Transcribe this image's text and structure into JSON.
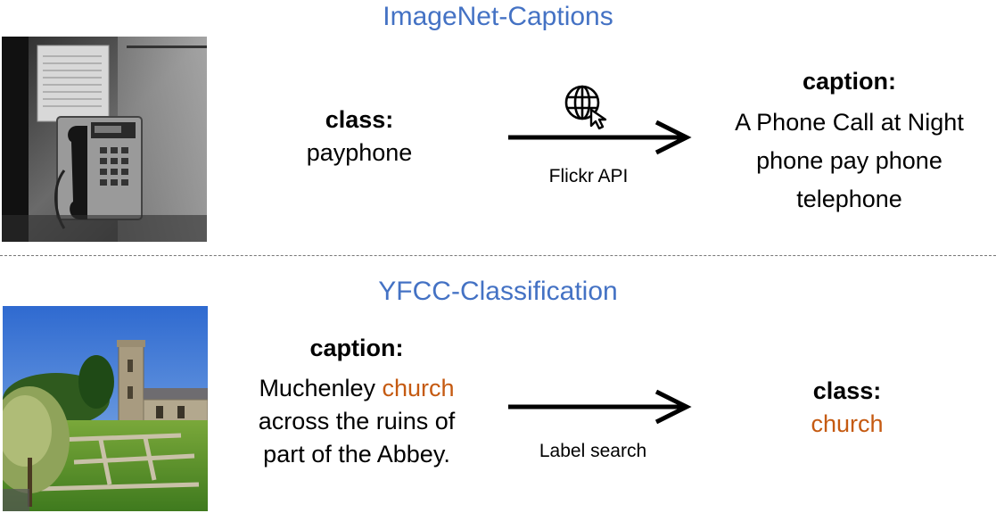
{
  "top": {
    "title": "ImageNet-Captions",
    "input_heading": "class:",
    "input_value": "payphone",
    "arrow_label": "Flickr API",
    "arrow_icon": "globe-cursor-icon",
    "output_heading": "caption:",
    "output_lines": [
      "A Phone Call at Night",
      "phone pay phone",
      "telephone"
    ]
  },
  "bottom": {
    "title": "YFCC-Classification",
    "input_heading": "caption:",
    "input_line1_prefix": "Muchenley ",
    "input_line1_highlight": "church",
    "input_line2": "across the ruins of",
    "input_line3": "part of the Abbey.",
    "arrow_label": "Label search",
    "output_heading": "class:",
    "output_value": "church"
  },
  "colors": {
    "title": "#4472c4",
    "highlight": "#c55a11"
  }
}
